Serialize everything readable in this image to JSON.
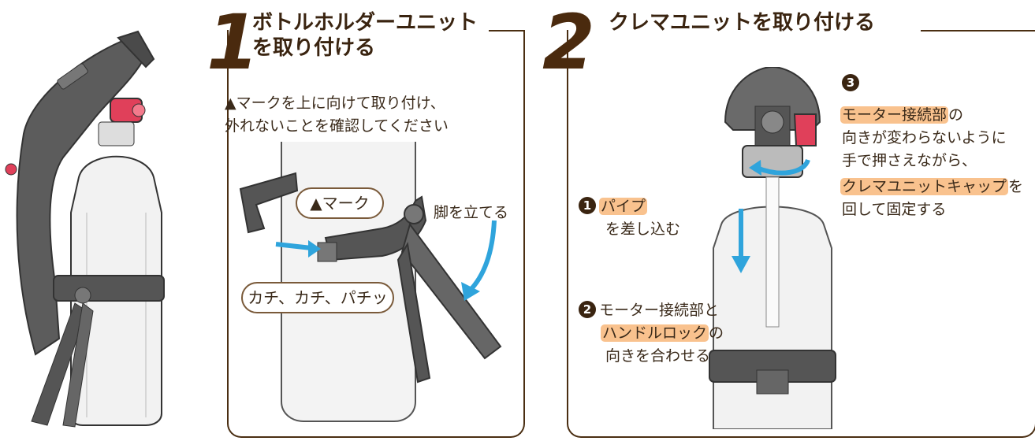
{
  "step1": {
    "number": "1",
    "title_line1": "ボトルホルダーユニット",
    "title_line2": "を取り付ける",
    "instruction_line1": "▲マークを上に向けて取り付け、",
    "instruction_line2": "外れないことを確認してください",
    "mark_bubble": "▲マーク",
    "legs_label": "脚を立てる",
    "click_bubble": "カチ、カチ、パチッ"
  },
  "step2": {
    "number": "2",
    "title": "クレマユニットを取り付ける",
    "callout1_num": "1",
    "callout1_hl": "パイプ",
    "callout1_line2": "を差し込む",
    "callout2_num": "2",
    "callout2_line1": "モーター接続部と",
    "callout2_hl": "ハンドルロック",
    "callout2_suffix": "の",
    "callout2_line3": "向きを合わせる",
    "callout3_num": "3",
    "callout3_hl1": "モーター接続部",
    "callout3_suffix1": "の",
    "callout3_line2": "向きが変わらないように",
    "callout3_line3": "手で押さえながら、",
    "callout3_hl2": "クレマユニットキャップ",
    "callout3_suffix2": "を",
    "callout3_line5": "回して固定する"
  },
  "colors": {
    "frame": "#4a2e12",
    "highlight": "#f9c28e",
    "arrow": "#2fa4dc",
    "product_gray": "#5d5d5d",
    "accent_red": "#e0405a"
  }
}
